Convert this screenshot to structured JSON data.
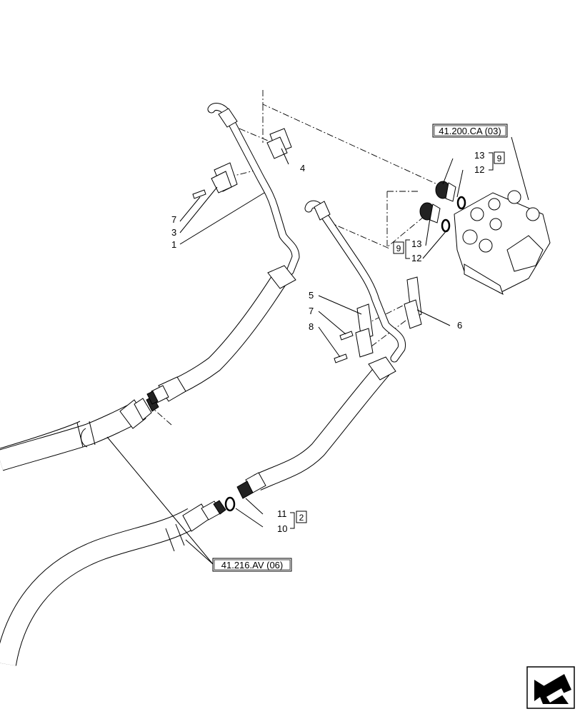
{
  "references": {
    "main_hose": "41.216.AV (06)",
    "steering_unit": "41.200.CA (03)"
  },
  "callouts": {
    "c1": "1",
    "c2": "2",
    "c3": "3",
    "c4": "4",
    "c5": "5",
    "c6": "6",
    "c7a": "7",
    "c7b": "7",
    "c8": "8",
    "c9a": "9",
    "c9b": "9",
    "c10": "10",
    "c11": "11",
    "c12a": "12",
    "c12b": "12",
    "c13a": "13",
    "c13b": "13"
  },
  "icons": {
    "nav": "previous-page-arrow-icon"
  }
}
